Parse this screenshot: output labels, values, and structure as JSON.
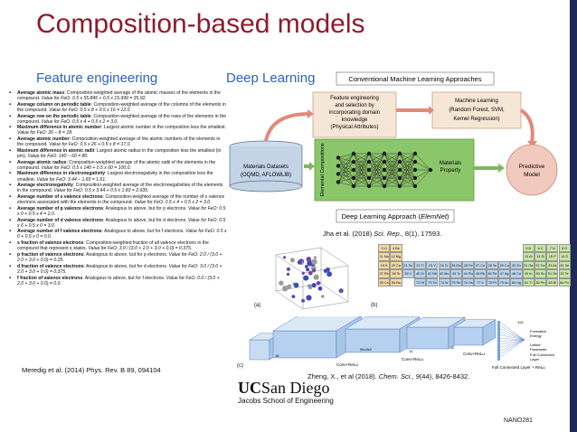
{
  "slide": {
    "title": "Composition-based models",
    "feature_heading": "Feature engineering",
    "dl_heading": "Deep Learning",
    "footer_id": "NANO281",
    "accent_color": "#8e1b2b",
    "heading_color": "#2d63b8"
  },
  "features": [
    {
      "bold": "Average atomic mass",
      "text": ": Composition-weighted average of the atomic masses of the elements in the compound. ",
      "ex": "Value for FeO: 0.5 x 55.845 + 0.5 x 15.999 = 35.92."
    },
    {
      "bold": "Average column on periodic table",
      "text": ": Composition-weighted average of the columns of the elements in the compound. ",
      "ex": "Value for FeO: 0.5 x 8 + 0.5 x 16 = 12.0."
    },
    {
      "bold": "Average row on the periodic table",
      "text": ": Composition-weighted average of the rows of the elements in the compound. ",
      "ex": "Value for FeO: 0.5 x 4 + 0.5 x 2 = 3.0."
    },
    {
      "bold": "Maximum difference in atomic number",
      "text": ": Largest atomic number in the composition less the smallest. ",
      "ex": "Value for FeO: 26 – 8 = 18."
    },
    {
      "bold": "Average atomic number",
      "text": ": Composition-weighted average of the atomic numbers of the elements in the compound. ",
      "ex": "Value for FeO: 0.5 x 26 + 0.5 x 8 = 17.0."
    },
    {
      "bold": "Maximum difference in atomic radii",
      "text": ": Largest atomic radius in the composition less the smallest (in pm). ",
      "ex": "Value for FeO: 140 – 60 = 80."
    },
    {
      "bold": "Average atomic radius",
      "text": ": Composition-weighted average of the atomic radii of the elements in the compound. ",
      "ex": "Value for FeO: 0.5 x 140 + 0.5 x 60 = 100.0."
    },
    {
      "bold": "Maximum difference in electronegativity",
      "text": ": Largest electronegativity in the composition less the smallest. ",
      "ex": "Value for FeO: 3.44 – 1.83 = 1.61."
    },
    {
      "bold": "Average electronegativity",
      "text": ": Composition-weighted average of the electronegativities of the elements in the compound. ",
      "ex": "Value for FeO: 0.5 x 3.44 + 0.5 x 1.83 = 2.635."
    },
    {
      "bold": "Average number of s valence electrons",
      "text": ": Composition-weighted average of the number of s valence electrons associated with the elements in the compound. ",
      "ex": "Value for FeO: 0.5 x 4 + 0.5 x 2 = 3.0."
    },
    {
      "bold": "Average number of p valence electrons",
      "text": ": Analogous to above, but for p electrons. ",
      "ex": "Value for FeO: 0.5 x 0 + 0.5 x 4 = 2.0."
    },
    {
      "bold": "Average number of d valence electrons",
      "text": ": Analogous to above, but for d electrons. ",
      "ex": "Value for FeO: 0.5 x 6 + 0.5 x 0 = 3.0."
    },
    {
      "bold": "Average number of f valence electrons",
      "text": ": Analogous to above, but for f electrons. ",
      "ex": "Value for FeO: 0.5 x 0 + 0.5 x 0 = 0.0."
    },
    {
      "bold": "s fraction of valence electrons",
      "text": ": Composition-weighted fraction of all valence electrons in the compound that represent s states. ",
      "ex": "Value for FeO: 3.0 / (3.0 + 2.0 + 3.0 + 0.0) = 0.375."
    },
    {
      "bold": "p fraction of valence electrons",
      "text": ": Analogous to above, but for p electrons. ",
      "ex": "Value for FeO: 2.0 / (3.0 + 2.0 + 3.0 + 0.0) = 0.25."
    },
    {
      "bold": "d fraction of valence electrons",
      "text": ": Analogous to above, but for d electrons. ",
      "ex": "Value for FeO: 3.0 / (3.0 + 2.0 + 3.0 + 0.0) = 0.375."
    },
    {
      "bold": "f fraction of valence electrons",
      "text": ": Analogous to above, but for f electrons. ",
      "ex": "Value for FeO: 0.0 / (3.0 + 2.0 + 3.0 + 0.0) = 0.0."
    }
  ],
  "citations": {
    "meredig": "Meredig et al. (2014) Phys. Rev. B 89, 094104",
    "jha_plain": "Jha et al. (2018) ",
    "jha_journal": "Sci. Rep.,",
    "jha_tail": " 8(1), 17593.",
    "zheng_plain": "Zheng, X., et al (2018).  ",
    "zheng_journal": "Chem. Sci., 9",
    "zheng_tail": "(44), 8426-8432."
  },
  "diagram": {
    "conventional_label": "Conventional Machine Learning Approaches",
    "feature_box": [
      "Feature engineering",
      "and selection by",
      "incorporating domain",
      "knowledge",
      "(Physical Attributes)"
    ],
    "ml_box": [
      "Machine Learning",
      "(Random Forest, SVM,",
      "Kernel Regression)"
    ],
    "datasets": [
      "Materials Datasets",
      "(OQMD, AFLOWLIB)"
    ],
    "composition_label": "Elemental Compositions",
    "property_label": [
      "Materials",
      "Property"
    ],
    "predictive": [
      "Predictive",
      "Model"
    ],
    "dl_label_plain": "Deep Learning Approach (",
    "dl_label_italic": "ElemNet",
    "dl_label_close": ")"
  },
  "figure_labels": {
    "a": "(a)",
    "b": "(b)",
    "c": "(c)"
  },
  "periodic_table": [
    {
      "sym": "3 Li",
      "r": 0,
      "c": 0,
      "color": "#f3d8a0"
    },
    {
      "sym": "4 Be",
      "r": 0,
      "c": 1,
      "color": "#f3d8a0"
    },
    {
      "sym": "5 B",
      "r": 0,
      "c": 12,
      "color": "#c8e6a5"
    },
    {
      "sym": "6 C",
      "r": 0,
      "c": 13,
      "color": "#c8e6a5"
    },
    {
      "sym": "7 N",
      "r": 0,
      "c": 14,
      "color": "#c8e6a5"
    },
    {
      "sym": "8 O",
      "r": 0,
      "c": 15,
      "color": "#c8e6a5"
    },
    {
      "sym": "11 Na",
      "r": 1,
      "c": 0,
      "color": "#f3d8a0"
    },
    {
      "sym": "12 Mg",
      "r": 1,
      "c": 1,
      "color": "#f3d8a0"
    },
    {
      "sym": "13 Al",
      "r": 1,
      "c": 12,
      "color": "#c8e6a5"
    },
    {
      "sym": "14 Si",
      "r": 1,
      "c": 13,
      "color": "#c8e6a5"
    },
    {
      "sym": "15 P",
      "r": 1,
      "c": 14,
      "color": "#c8e6a5"
    },
    {
      "sym": "16 S",
      "r": 1,
      "c": 15,
      "color": "#c8e6a5"
    },
    {
      "sym": "19 K",
      "r": 2,
      "c": 0,
      "color": "#f3d8a0"
    },
    {
      "sym": "20 Ca",
      "r": 2,
      "c": 1,
      "color": "#f3d8a0"
    },
    {
      "sym": "21 Sc",
      "r": 2,
      "c": 2,
      "color": "#b9d5ee"
    },
    {
      "sym": "22 Ti",
      "r": 2,
      "c": 3,
      "color": "#b9d5ee"
    },
    {
      "sym": "23 V",
      "r": 2,
      "c": 4,
      "color": "#b9d5ee"
    },
    {
      "sym": "24 Cr",
      "r": 2,
      "c": 5,
      "color": "#b9d5ee"
    },
    {
      "sym": "25 Mn",
      "r": 2,
      "c": 6,
      "color": "#b9d5ee"
    },
    {
      "sym": "26 Fe",
      "r": 2,
      "c": 7,
      "color": "#b9d5ee"
    },
    {
      "sym": "27 Co",
      "r": 2,
      "c": 8,
      "color": "#b9d5ee"
    },
    {
      "sym": "28 Ni",
      "r": 2,
      "c": 9,
      "color": "#b9d5ee"
    },
    {
      "sym": "29 Cu",
      "r": 2,
      "c": 10,
      "color": "#b9d5ee"
    },
    {
      "sym": "30 Zn",
      "r": 2,
      "c": 11,
      "color": "#b9d5ee"
    },
    {
      "sym": "31 Ga",
      "r": 2,
      "c": 12,
      "color": "#c8e6a5"
    },
    {
      "sym": "32 Ge",
      "r": 2,
      "c": 13,
      "color": "#c8e6a5"
    },
    {
      "sym": "33 As",
      "r": 2,
      "c": 14,
      "color": "#c8e6a5"
    },
    {
      "sym": "34 Se",
      "r": 2,
      "c": 15,
      "color": "#c8e6a5"
    },
    {
      "sym": "37 Rb",
      "r": 3,
      "c": 0,
      "color": "#f3d8a0"
    },
    {
      "sym": "38 Sr",
      "r": 3,
      "c": 1,
      "color": "#f3d8a0"
    },
    {
      "sym": "39 Y",
      "r": 3,
      "c": 2,
      "color": "#b9d5ee"
    },
    {
      "sym": "40 Zr",
      "r": 3,
      "c": 3,
      "color": "#b9d5ee"
    },
    {
      "sym": "41 Nb",
      "r": 3,
      "c": 4,
      "color": "#b9d5ee"
    },
    {
      "sym": "42 Mo",
      "r": 3,
      "c": 5,
      "color": "#b9d5ee"
    },
    {
      "sym": "43 Tc",
      "r": 3,
      "c": 6,
      "color": "#b9d5ee"
    },
    {
      "sym": "44 Ru",
      "r": 3,
      "c": 7,
      "color": "#b9d5ee"
    },
    {
      "sym": "45 Rh",
      "r": 3,
      "c": 8,
      "color": "#b9d5ee"
    },
    {
      "sym": "46 Pd",
      "r": 3,
      "c": 9,
      "color": "#b9d5ee"
    },
    {
      "sym": "47 Ag",
      "r": 3,
      "c": 10,
      "color": "#b9d5ee"
    },
    {
      "sym": "48 Cd",
      "r": 3,
      "c": 11,
      "color": "#b9d5ee"
    },
    {
      "sym": "49 In",
      "r": 3,
      "c": 12,
      "color": "#c8e6a5"
    },
    {
      "sym": "50 Sn",
      "r": 3,
      "c": 13,
      "color": "#c8e6a5"
    },
    {
      "sym": "51 Sb",
      "r": 3,
      "c": 14,
      "color": "#c8e6a5"
    },
    {
      "sym": "52 Te",
      "r": 3,
      "c": 15,
      "color": "#c8e6a5"
    },
    {
      "sym": "55 Cs",
      "r": 4,
      "c": 0,
      "color": "#f3d8a0"
    },
    {
      "sym": "56 Ba",
      "r": 4,
      "c": 1,
      "color": "#f3d8a0"
    },
    {
      "sym": "72 Hf",
      "r": 4,
      "c": 3,
      "color": "#b9d5ee"
    },
    {
      "sym": "73 Ta",
      "r": 4,
      "c": 4,
      "color": "#b9d5ee"
    },
    {
      "sym": "74 W",
      "r": 4,
      "c": 5,
      "color": "#b9d5ee"
    },
    {
      "sym": "75 Re",
      "r": 4,
      "c": 6,
      "color": "#b9d5ee"
    },
    {
      "sym": "76 Os",
      "r": 4,
      "c": 7,
      "color": "#b9d5ee"
    },
    {
      "sym": "77 Ir",
      "r": 4,
      "c": 8,
      "color": "#b9d5ee"
    },
    {
      "sym": "78 Pt",
      "r": 4,
      "c": 9,
      "color": "#b9d5ee"
    },
    {
      "sym": "79 Au",
      "r": 4,
      "c": 10,
      "color": "#b9d5ee"
    },
    {
      "sym": "80 Hg",
      "r": 4,
      "c": 11,
      "color": "#b9d5ee"
    },
    {
      "sym": "81 Tl",
      "r": 4,
      "c": 12,
      "color": "#c8e6a5"
    },
    {
      "sym": "82 Pb",
      "r": 4,
      "c": 13,
      "color": "#c8e6a5"
    },
    {
      "sym": "83 Bi",
      "r": 4,
      "c": 14,
      "color": "#c8e6a5"
    },
    {
      "sym": "84 Po",
      "r": 4,
      "c": 15,
      "color": "#c8e6a5"
    }
  ],
  "cnn_labels": {
    "conv": "Conv+ReLu",
    "conv2": "Conv+ReLu",
    "conv3": "Conv+ReLu",
    "formation": [
      "Formation",
      "Energy"
    ],
    "lattice": [
      "Lattice",
      "Parameter"
    ],
    "fc": [
      "Full Connected",
      "Layer"
    ],
    "fcr": "Full Connected Layer + ReLu",
    "size192": "192",
    "n16": "16",
    "n14": "14",
    "n12": "12",
    "n96": "96x3x3"
  },
  "logo": {
    "uc": "UC",
    "san_diego": "San Diego",
    "school": "Jacobs School of Engineering"
  }
}
